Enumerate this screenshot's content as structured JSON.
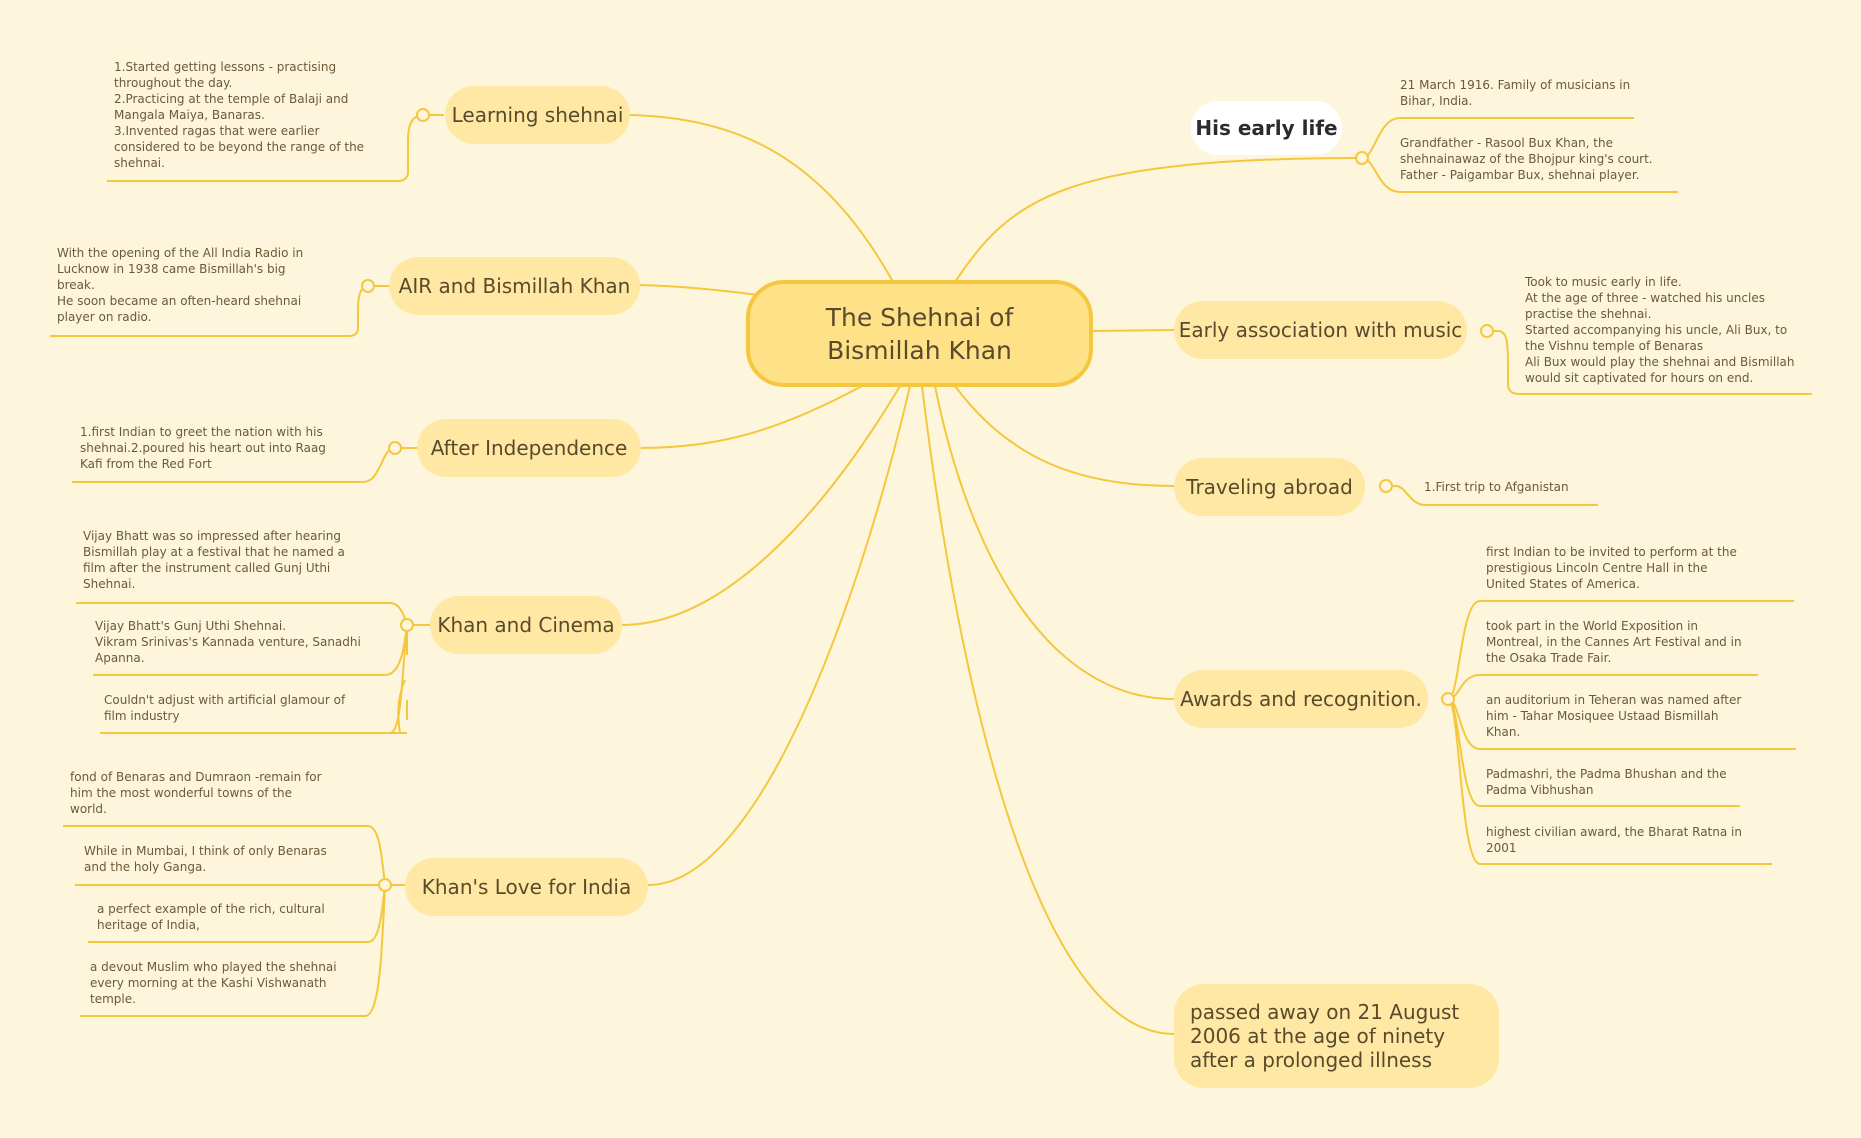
{
  "central": "The Shehnai of Bismillah Khan",
  "colors": {
    "background": "#fdf6dd",
    "line": "#f4c73f",
    "topic": "#ffe8a3",
    "central_fill": "#ffe288"
  },
  "topics": {
    "learning": "Learning shehnai",
    "air": "AIR and Bismillah Khan",
    "independence": "After Independence",
    "cinema": "Khan and Cinema",
    "love": "Khan's Love for India",
    "early_life": "His early life",
    "music": "Early association with music",
    "abroad": "Traveling abroad",
    "awards": "Awards and recognition.",
    "death": "passed away on 21 August 2006 at the age of ninety after a prolonged illness"
  },
  "notes": {
    "learning": "1.Started getting lessons - practising\nthroughout the day.\n2.Practicing at the temple of Balaji and\nMangala Maiya, Banaras.\n3.Invented ragas that were earlier\nconsidered to be beyond the range of the\nshehnai.",
    "air": "With the opening of the All India Radio in\nLucknow in 1938 came Bismillah's big\nbreak.\nHe soon became an often-heard shehnai\nplayer on radio.",
    "independence": "1.first Indian to greet the nation with his\nshehnai.2.poured his heart out into Raag\nKafi from the Red Fort",
    "cinema_1": "Vijay Bhatt was so impressed after hearing\nBismillah play at a festival that he named a\nfilm after the instrument called Gunj Uthi\nShehnai.",
    "cinema_2": "Vijay Bhatt's Gunj Uthi Shehnai.\nVikram Srinivas's Kannada venture, Sanadhi\nApanna.",
    "cinema_3": "Couldn't adjust with artificial glamour of\nfilm industry",
    "love_1": "fond of Benaras and Dumraon -remain for\nhim the most wonderful towns of the\nworld.",
    "love_2": "While in Mumbai, I think of only Benaras\nand the holy Ganga.",
    "love_3": "a perfect example of the rich, cultural\nheritage of India,",
    "love_4": "a devout Muslim who played  the shehnai\nevery morning at the Kashi Vishwanath\ntemple.",
    "early_1": "21 March 1916. Family of musicians in\nBihar, India.",
    "early_2": "Grandfather - Rasool Bux Khan, the\nshehnainawaz of the Bhojpur king's court.\nFather - Paigambar Bux, shehnai player.",
    "music": "Took to music early in life.\nAt the age of three -  watched  his uncles\npractise the shehnai.\nStarted accompanying his uncle, Ali Bux, to\nthe Vishnu temple of Benaras\nAli Bux would play the shehnai and Bismillah\nwould sit captivated for hours on end.",
    "abroad": "1.First trip to Afganistan",
    "awards_1": "first Indian to be invited to perform at the\nprestigious Lincoln Centre Hall in the\nUnited States of America.",
    "awards_2": "took part in the World Exposition in\nMontreal, in the Cannes Art Festival and in\nthe Osaka Trade Fair.",
    "awards_3": "an auditorium in Teheran was named after\nhim - Tahar Mosiquee Ustaad Bismillah\nKhan.",
    "awards_4": "Padmashri, the Padma Bhushan and the\nPadma Vibhushan",
    "awards_5": "highest civilian award, the Bharat Ratna in\n2001"
  }
}
